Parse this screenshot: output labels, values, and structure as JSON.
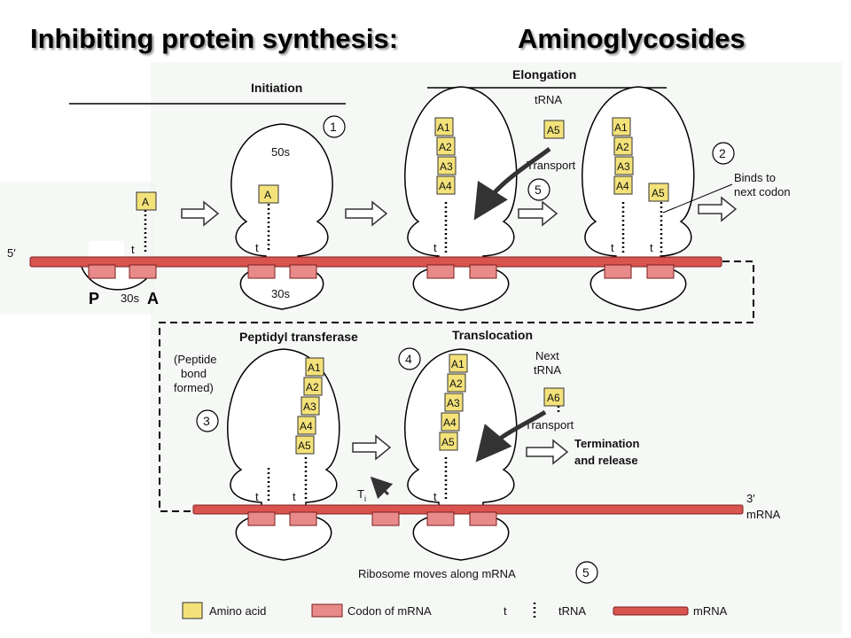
{
  "title": {
    "left": "Inhibiting protein synthesis:",
    "right": "Aminoglycosides"
  },
  "stages": {
    "initiation": "Initiation",
    "elongation": "Elongation",
    "peptidyl_transferase": "Peptidyl transferase",
    "translocation": "Translocation"
  },
  "labels": {
    "five_prime": "5′",
    "three_prime": "3′",
    "mrna": "mRNA",
    "s50": "50s",
    "s30a": "30s",
    "s30b": "30s",
    "p_site": "P",
    "a_site": "A",
    "amino_a": "A",
    "trna_top": "tRNA",
    "transport_top": "Transport",
    "binds1": "Binds to",
    "binds2": "next codon",
    "peptide1": "(Peptide",
    "peptide2": "bond",
    "peptide3": "formed)",
    "next1": "Next",
    "next2": "tRNA",
    "transport_bottom": "Transport",
    "term1": "Termination",
    "term2": "and release",
    "ribosome_moves": "Ribosome moves along mRNA",
    "t": "t",
    "ti": "T",
    "ti_sub": "i"
  },
  "steps": {
    "s1": "1",
    "s2": "2",
    "s3": "3",
    "s4": "4",
    "s5a": "5",
    "s5b": "5"
  },
  "amino_acids": {
    "a1": "A1",
    "a2": "A2",
    "a3": "A3",
    "a4": "A4",
    "a5": "A5",
    "a6": "A6"
  },
  "legend": {
    "amino_acid": "Amino acid",
    "codon": "Codon of mRNA",
    "t": "t",
    "trna": "tRNA",
    "mrna": "mRNA"
  },
  "colors": {
    "amino_fill": "#f3e27a",
    "codon_fill": "#e88a8a",
    "mrna_fill": "#d9534f",
    "background_tint": "#eef3ee"
  }
}
